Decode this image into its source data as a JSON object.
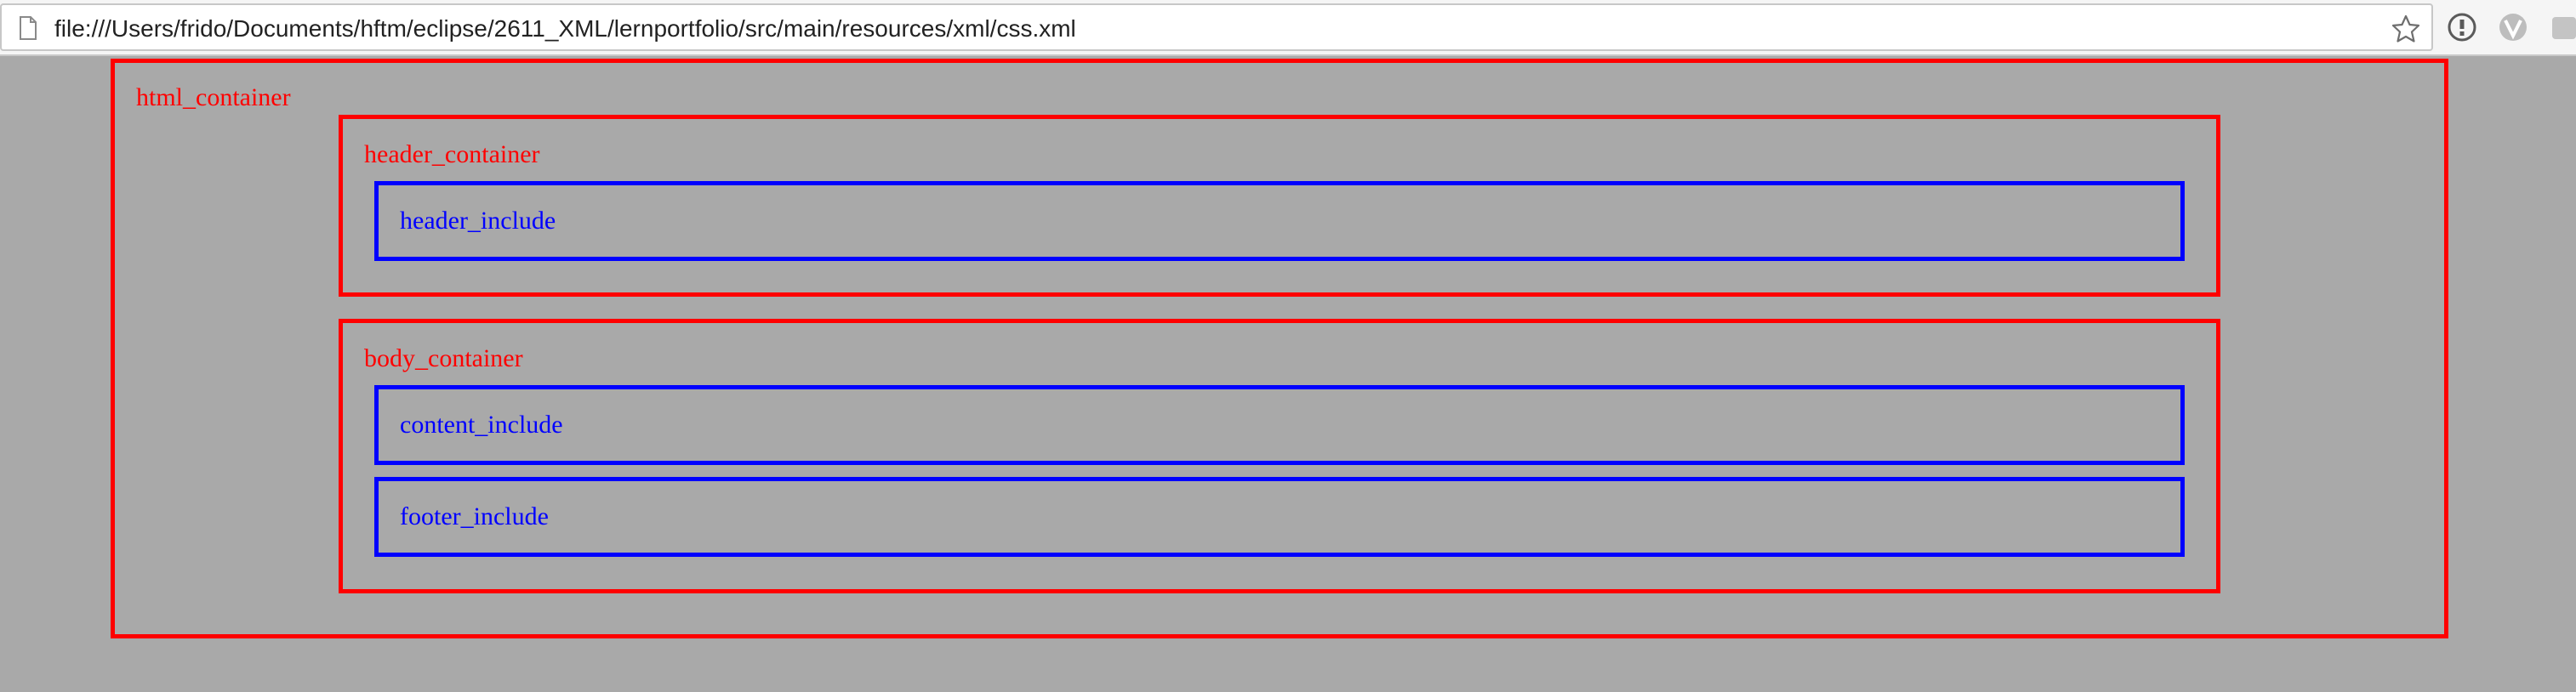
{
  "browser": {
    "url": "file:///Users/frido/Documents/hftm/eclipse/2611_XML/lernportfolio/src/main/resources/xml/css.xml",
    "icons": [
      "page-icon",
      "star-icon",
      "info-icon",
      "extension-icon"
    ]
  },
  "page": {
    "background": "#a9a9a9",
    "html_container": {
      "label": "html_container",
      "color": "#ff0000",
      "header_container": {
        "label": "header_container",
        "color": "#ff0000",
        "header_include": {
          "label": "header_include",
          "color": "#0000ff"
        }
      },
      "body_container": {
        "label": "body_container",
        "color": "#ff0000",
        "content_include": {
          "label": "content_include",
          "color": "#0000ff"
        },
        "footer_include": {
          "label": "footer_include",
          "color": "#0000ff"
        }
      }
    }
  }
}
